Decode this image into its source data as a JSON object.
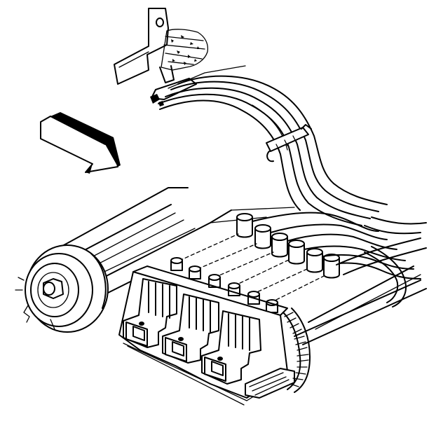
{
  "diagram": {
    "components": [
      "mounting-bracket",
      "wire-harness-connector",
      "harness-retainer-clip",
      "spark-plug-wire-bundle",
      "direction-arrow",
      "crankshaft-pulley",
      "spark-plug-boots",
      "ignition-coil-pack",
      "coil-terminals",
      "wiring-conduit"
    ],
    "colors": {
      "line": "#000000",
      "background": "#ffffff"
    }
  }
}
